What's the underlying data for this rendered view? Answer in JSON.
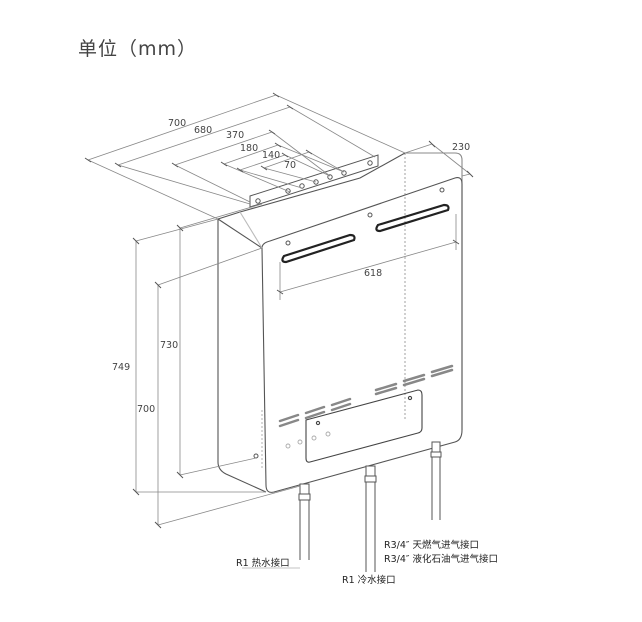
{
  "title": "单位（mm）",
  "dimensions": {
    "depth_700": "700",
    "depth_680": "680",
    "depth_370": "370",
    "depth_180": "180",
    "depth_140": "140",
    "depth_70": "70",
    "width_230": "230",
    "vent_618": "618",
    "height_749": "749",
    "height_730": "730",
    "height_700": "700"
  },
  "connectors": {
    "gas_natural": "R3/4″ 天燃气进气接口",
    "gas_lpg": "R3/4″ 液化石油气进气接口",
    "hot_water": "R1 热水接口",
    "cold_water": "R1 冷水接口"
  },
  "colors": {
    "outline": "#555555",
    "dim_line": "#888888",
    "pipe": "#666666"
  }
}
